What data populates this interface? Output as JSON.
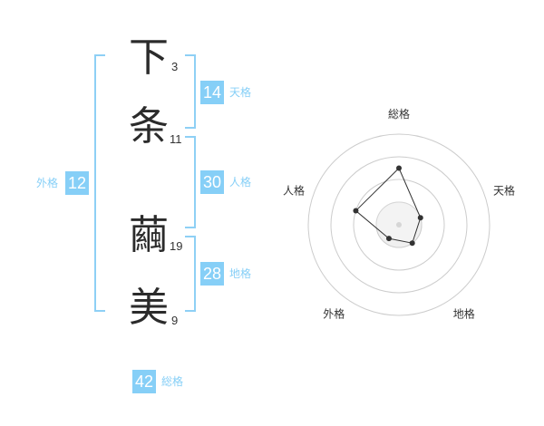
{
  "name_chars": [
    {
      "char": "下",
      "strokes": "3"
    },
    {
      "char": "条",
      "strokes": "11"
    },
    {
      "char": "繭",
      "strokes": "19"
    },
    {
      "char": "美",
      "strokes": "9"
    }
  ],
  "scores": {
    "tenkaku": {
      "value": "14",
      "label": "天格"
    },
    "jinkaku": {
      "value": "30",
      "label": "人格"
    },
    "chikaku": {
      "value": "28",
      "label": "地格"
    },
    "gaikaku": {
      "value": "12",
      "label": "外格"
    },
    "soukaku": {
      "value": "42",
      "label": "総格"
    }
  },
  "radar": {
    "axes": [
      "総格",
      "天格",
      "地格",
      "外格",
      "人格"
    ],
    "rings": 4,
    "values": [
      2.5,
      1.0,
      1.0,
      0.75,
      2.0
    ],
    "max": 4,
    "colors": {
      "ring": "#cccccc",
      "fill": "#f0f0f0",
      "line": "#333333",
      "point": "#333333",
      "center": "#cccccc"
    }
  },
  "colors": {
    "accent": "#86cff7",
    "bracket": "#8ed0f5"
  }
}
